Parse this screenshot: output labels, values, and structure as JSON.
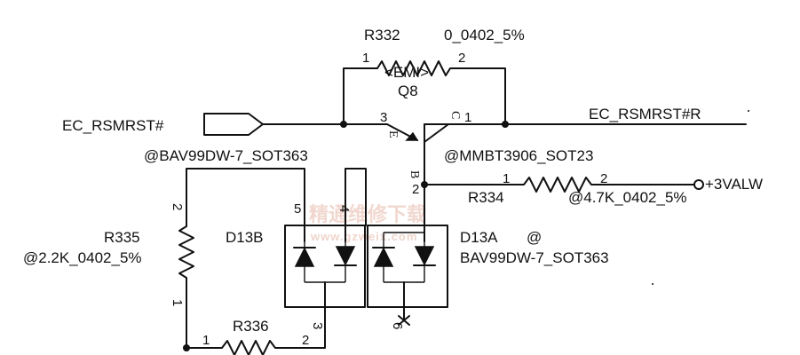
{
  "nets": {
    "left": "EC_RSMRST#",
    "right": "EC_RSMRST#R",
    "power": "+3VALW"
  },
  "r332": {
    "ref": "R332",
    "value": "0_0402_5%",
    "note": "<EMI>",
    "pin1": "1",
    "pin2": "2"
  },
  "q8": {
    "ref": "Q8",
    "part": "@MMBT3906_SOT23",
    "pin3": "3",
    "pinE": "E",
    "pinC": "C",
    "pin1": "1",
    "pinB": "B",
    "pin2": "2"
  },
  "r334": {
    "ref": "R334",
    "value": "@4.7K_0402_5%",
    "pin1": "1",
    "pin2": "2"
  },
  "r335": {
    "ref": "R335",
    "value": "@2.2K_0402_5%",
    "pin2": "2",
    "pin1": "1"
  },
  "r336": {
    "ref": "R336",
    "pin1": "1",
    "pin2": "2"
  },
  "d13b": {
    "ref": "D13B",
    "part": "@BAV99DW-7_SOT363",
    "pin5": "5",
    "pin4": "4",
    "pin3": "3"
  },
  "d13a": {
    "ref": "D13A",
    "at": "@",
    "part": "BAV99DW-7_SOT363",
    "pin6": "6"
  },
  "watermark": {
    "cn": "精通维修下载",
    "url": "www.gzweix.com"
  }
}
